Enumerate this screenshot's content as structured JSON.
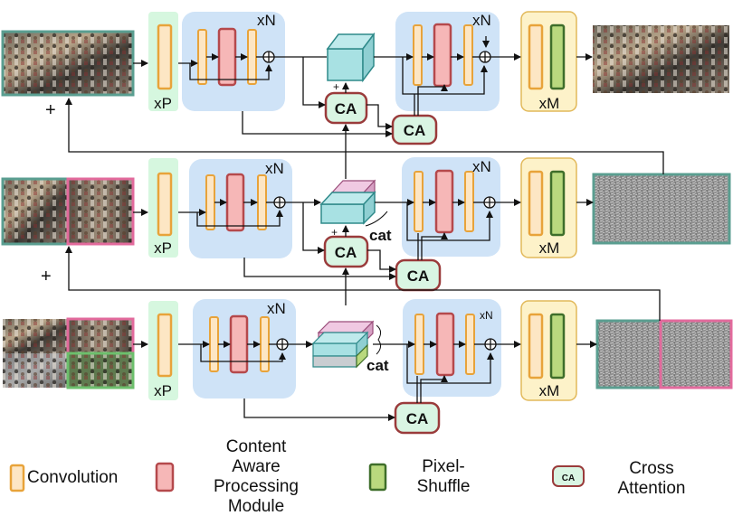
{
  "labels": {
    "xN": "xN",
    "xP": "xP",
    "xM": "xM",
    "CA": "CA",
    "cat": "cat",
    "plus": "+"
  },
  "legend": {
    "convolution": "Convolution",
    "capm_line1": "Content",
    "capm_line2": "Aware",
    "capm_line3": "Processing",
    "capm_line4": "Module",
    "pixel_line1": "Pixel-",
    "pixel_line2": "Shuffle",
    "ca_icon": "CA",
    "cross_line1": "Cross",
    "cross_line2": "Attention"
  },
  "colors": {
    "conv_fill": "#fde6c4",
    "conv_stroke": "#e8a33a",
    "capm_fill": "#f6b7b7",
    "capm_stroke": "#b5494c",
    "pixel_fill": "#b9d97e",
    "pixel_stroke": "#3e6e2a",
    "ca_fill": "#d9f5e3",
    "ca_stroke": "#9a3b3b",
    "xp_fill": "#d6f7df",
    "blue_panel": "#cfe3f7",
    "xm_panel": "#fdf2c9",
    "xm_stroke": "#e2b95a",
    "cube_fill": "#a8e1e3",
    "cube_stroke": "#2f8a8a",
    "cube_pink": "#e8b6d6",
    "frame_teal": "#5a9e90",
    "frame_pink": "#e26a9c",
    "frame_green": "#6cbf6c"
  }
}
